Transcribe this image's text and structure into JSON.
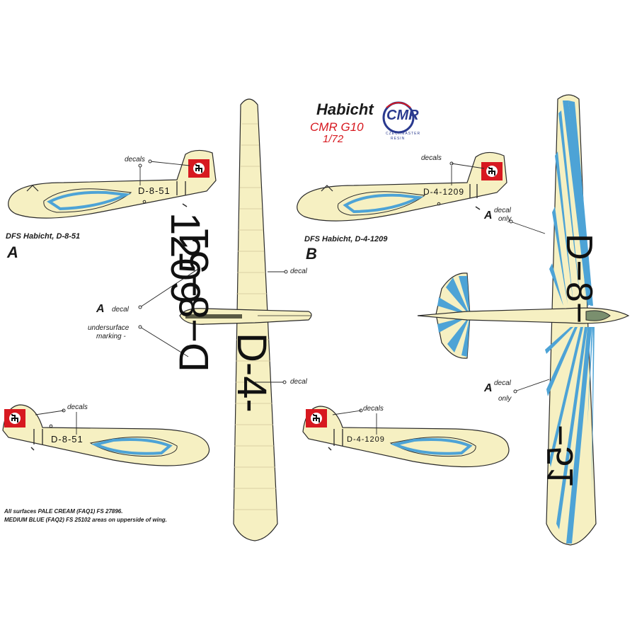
{
  "header": {
    "product": "Habicht",
    "code": "CMR G10",
    "scale": "1/72",
    "logo_text": "CMR",
    "logo_sub_1": "CZECHMASTER",
    "logo_sub_2": "RESIN"
  },
  "schemes": [
    {
      "caption": "DFS Habicht, D-8-51",
      "letter": "A",
      "registration_side": "D-8-51"
    },
    {
      "caption": "DFS Habicht, D-4-1209",
      "letter": "B",
      "registration_side": "D-4-1209"
    }
  ],
  "plan_view": {
    "wing_upper_marking_1": "D-4-",
    "wing_upper_marking_2": "1209",
    "wing_left_marking_1": "D−8",
    "wing_left_marking_2": "−51"
  },
  "top_view": {
    "wing_marking_1": "D−8−",
    "wing_marking_2": "−51"
  },
  "labels": {
    "decals": "decals",
    "decal": "decal",
    "decal_only_1": "decal",
    "decal_only_2": "only",
    "undersurface_1": "undersurface",
    "undersurface_2": "marking -",
    "letter_a": "A",
    "letter_b": "B"
  },
  "notes": {
    "line1": "All surfaces PALE CREAM (FAQ1) FS 27896.",
    "line2": "MEDIUM BLUE (FAQ2) FS 25102 areas on upperside of wing."
  },
  "colors": {
    "cream": "#f6f0c2",
    "blue": "#4da3d6",
    "red": "#d71920",
    "outline": "#2a2a2a",
    "logo_blue": "#2a3a8f"
  }
}
